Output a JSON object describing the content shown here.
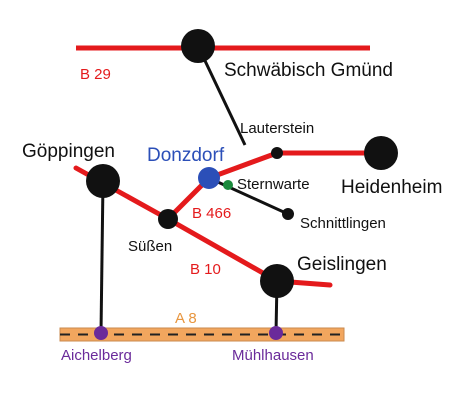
{
  "colors": {
    "road": "#e41a1c",
    "rail": "#111111",
    "node": "#111111",
    "motorway_fill": "#f2a65e",
    "motorway_stroke": "#c98a4e",
    "motorway_dash": "#222222",
    "highlight_town": "#2b4fb8",
    "observatory": "#1a8a3c",
    "motorway_junction": "#6a2a9a"
  },
  "roads": {
    "b29": "B 29",
    "b466": "B 466",
    "b10": "B 10",
    "a8": "A 8"
  },
  "places": {
    "schwaebisch_gmuend": "Schwäbisch Gmünd",
    "lauterstein": "Lauterstein",
    "heidenheim": "Heidenheim",
    "goeppingen": "Göppingen",
    "donzdorf": "Donzdorf",
    "sternwarte": "Sternwarte",
    "schnittlingen": "Schnittlingen",
    "suessen": "Süßen",
    "geislingen": "Geislingen",
    "aichelberg": "Aichelberg",
    "muehlhausen": "Mühlhausen"
  }
}
